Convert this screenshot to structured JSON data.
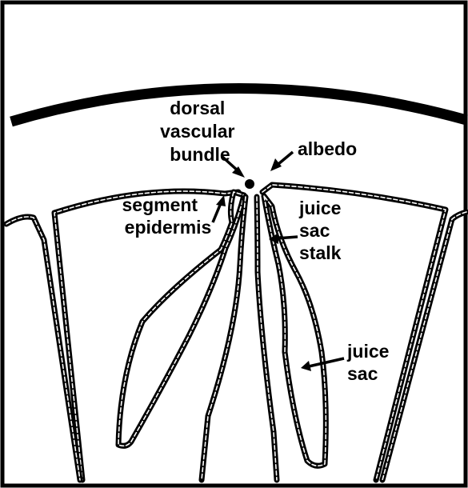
{
  "labels": {
    "dorsal_vascular_bundle": [
      "dorsal",
      "vascular",
      "bundle"
    ],
    "albedo": "albedo",
    "segment_epidermis": [
      "segment",
      "epidermis"
    ],
    "juice_sac_stalk": [
      "juice",
      "sac",
      "stalk"
    ],
    "juice_sac": [
      "juice",
      "sac"
    ]
  },
  "colors": {
    "ink": "#000000",
    "background": "#ffffff"
  }
}
